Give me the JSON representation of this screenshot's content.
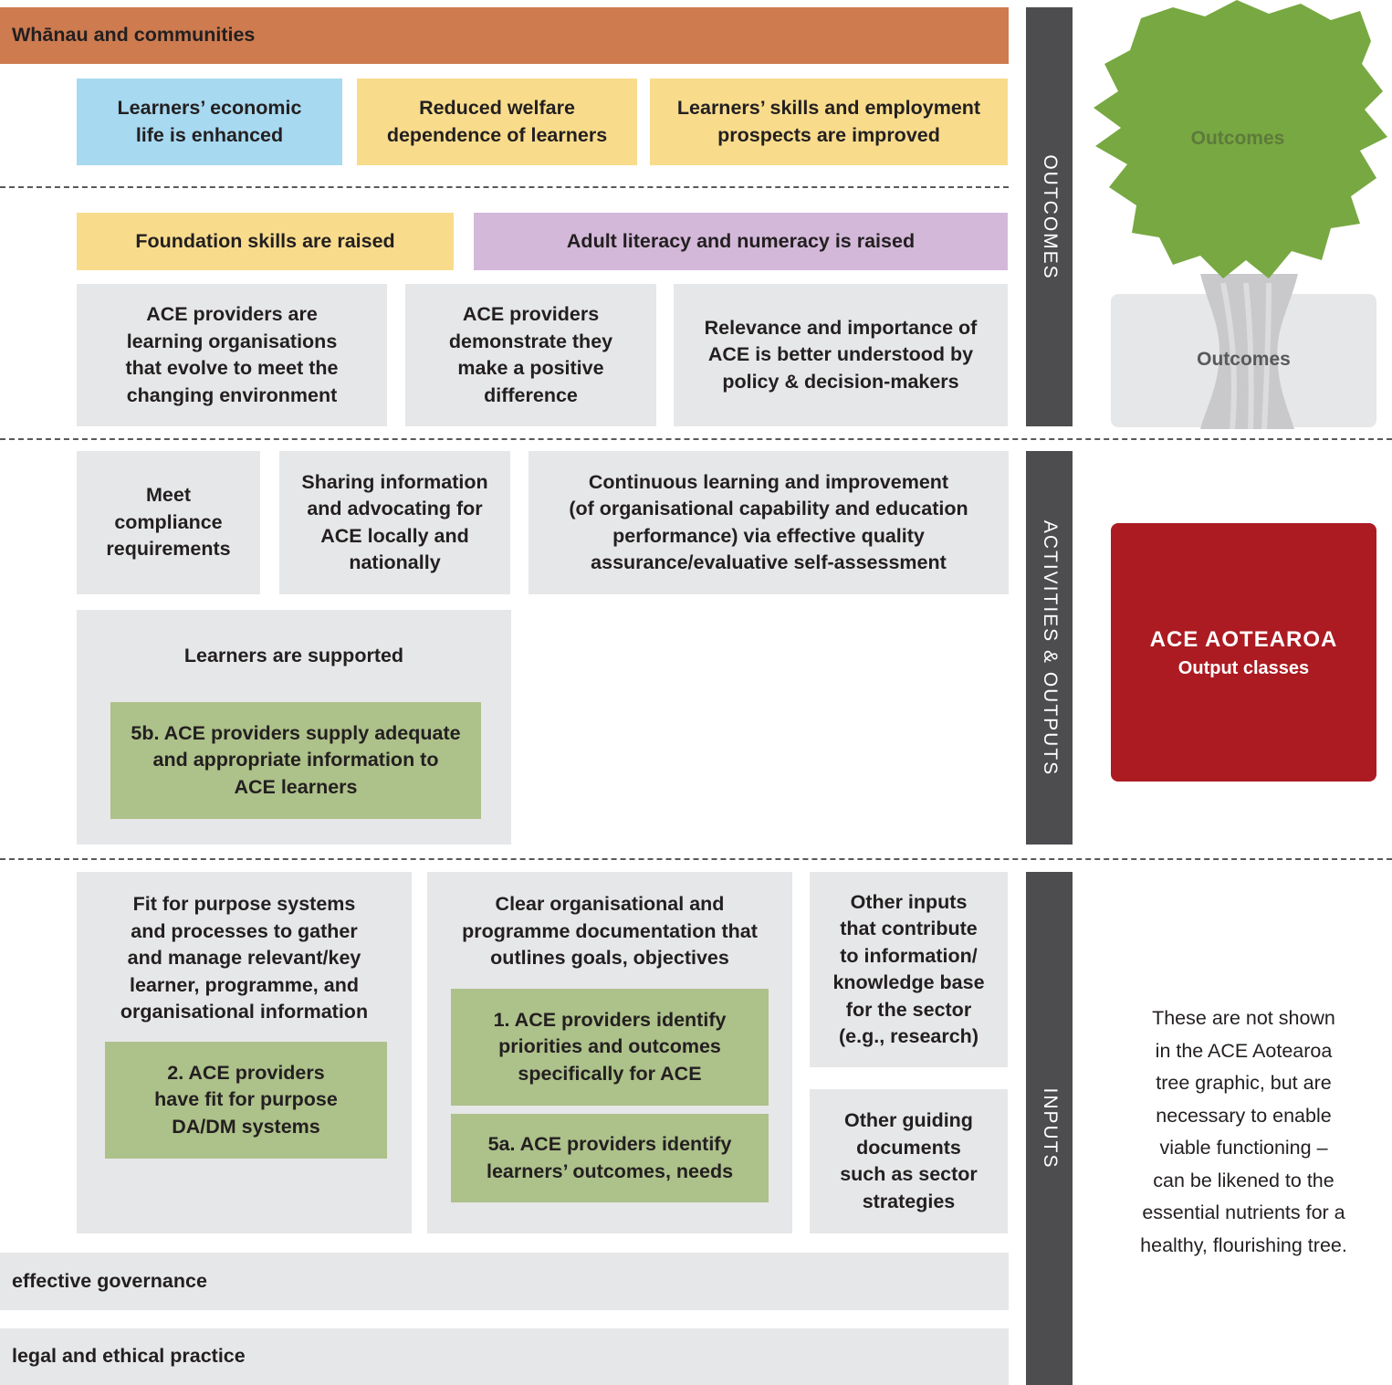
{
  "colors": {
    "orange": "#cd7b4f",
    "yellow": "#f8dc8c",
    "blue": "#a7d9f0",
    "lilac": "#d3b8d9",
    "grey": "#e6e7e8",
    "green": "#adc18a",
    "band": "#4d4d4f",
    "red": "#ac1b22",
    "tree_green": "#78a842",
    "trunk": "#c9c9cb"
  },
  "header": {
    "communities": "Whānau and communities"
  },
  "outcomes": {
    "top": [
      "Learners’ economic\nlife is enhanced",
      "Reduced welfare\ndependence of learners",
      "Learners’ skills and employment\nprospects are improved"
    ],
    "mid": [
      "Foundation skills are raised",
      "Adult literacy and numeracy is raised"
    ],
    "provider": [
      "ACE providers are\nlearning organisations\nthat evolve to meet the\nchanging environment",
      "ACE providers\ndemonstrate they\nmake a positive\ndifference",
      "Relevance and importance of\nACE is better understood by\npolicy & decision-makers"
    ]
  },
  "activities": {
    "row": [
      "Meet\ncompliance\nrequirements",
      "Sharing information\nand advocating for\nACE locally and\nnationally",
      "Continuous learning and improvement\n(of organisational capability and education\nperformance) via effective quality\nassurance/evaluative self-assessment"
    ],
    "supported": "Learners are supported",
    "supported_5b": "5b. ACE providers supply adequate\nand appropriate information to\nACE learners"
  },
  "inputs": {
    "systems": "Fit for purpose systems\nand processes to gather\nand manage relevant/key\nlearner, programme, and\norganisational information",
    "systems_2": "2. ACE providers\nhave fit for purpose\nDA/DM systems",
    "documentation": "Clear organisational and\nprogramme documentation that\noutlines goals, objectives",
    "documentation_1": "1. ACE providers identify\npriorities and outcomes\nspecifically for ACE",
    "documentation_5a": "5a. ACE providers identify\nlearners’ outcomes, needs",
    "other_inputs": "Other inputs\nthat contribute\nto information/\nknowledge base\nfor the sector\n(e.g., research)",
    "other_guiding": "Other guiding\ndocuments\nsuch as sector\nstrategies",
    "governance": "effective governance",
    "legal": "legal and ethical practice"
  },
  "bands": {
    "outcomes": "OUTCOMES",
    "activities": "ACTIVITIES & OUTPUTS",
    "inputs": "INPUTS"
  },
  "tree": {
    "canopy_label": "Outcomes",
    "trunk_label": "Outcomes",
    "red_title": "ACE AOTEAROA",
    "red_subtitle": "Output classes",
    "note": "These are not shown\nin the ACE Aotearoa\ntree graphic, but are\nnecessary to enable\nviable functioning –\ncan be likened to the\nessential nutrients for a\nhealthy, flourishing tree."
  }
}
